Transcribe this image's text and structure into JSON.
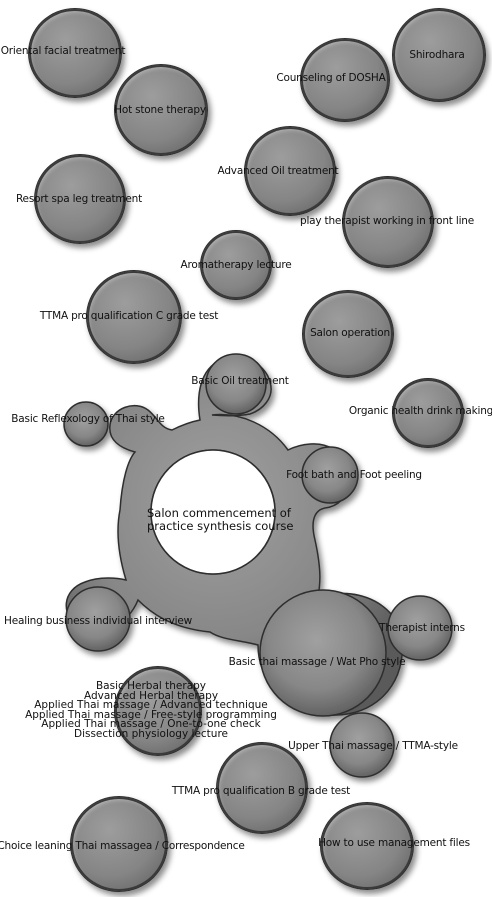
{
  "diagram": {
    "center": "Salon commencement of practice synthesis course",
    "center_lines": [
      "Salon commencement of",
      "practice synthesis course"
    ],
    "nodes": {
      "oriental_facial": "Oriental facial treatment",
      "shirodhara": "Shirodhara",
      "counseling_dosha": "Counseling of  DOSHA",
      "hot_stone": "Hot stone therapy",
      "advanced_oil": "Advanced Oil treatment",
      "resort_spa_leg": "Resort spa leg treatment",
      "play_therapist": "play therapist working in  front line",
      "aromatherapy": "Aromatherapy lecture",
      "ttma_c": "TTMA pro qualification C grade  test",
      "salon_operation": "Salon operation",
      "basic_oil": "Basic Oil treatment",
      "basic_reflexology": "Basic Reflexology of Thai style",
      "organic_drink": "Organic health drink making",
      "foot_bath": "Foot bath and Foot peeling",
      "healing_business": "Healing business individual interview",
      "therapist_interns": "Therapist interns",
      "basic_thai": "Basic thai massage / Wat Pho style",
      "upper_thai": "Upper Thai massage / TTMA-style",
      "ttma_b": "TTMA pro qualification B grade  test",
      "choice_leaning": "Choice leaning Thai massagea / Correspondence",
      "management_files": "How to use management files"
    },
    "herbal_group": [
      "Basic Herbal therapy",
      "Advanced Herbal therapy",
      "Applied Thai massage / Advanced technique",
      "Applied Thai massage / Free-style programming",
      "Applied Thai massage / One-to-one check",
      "Dissection physiology lecture"
    ]
  },
  "colors": {
    "bubble": "#858585",
    "outline": "#2e2e2e",
    "text": "#111111",
    "background": "#ffffff"
  }
}
